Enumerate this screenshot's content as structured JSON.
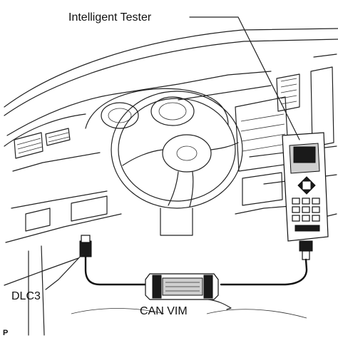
{
  "labels": {
    "tester": "Intelligent Tester",
    "dlc3": "DLC3",
    "can_vim": "CAN VIM",
    "corner": "P"
  }
}
